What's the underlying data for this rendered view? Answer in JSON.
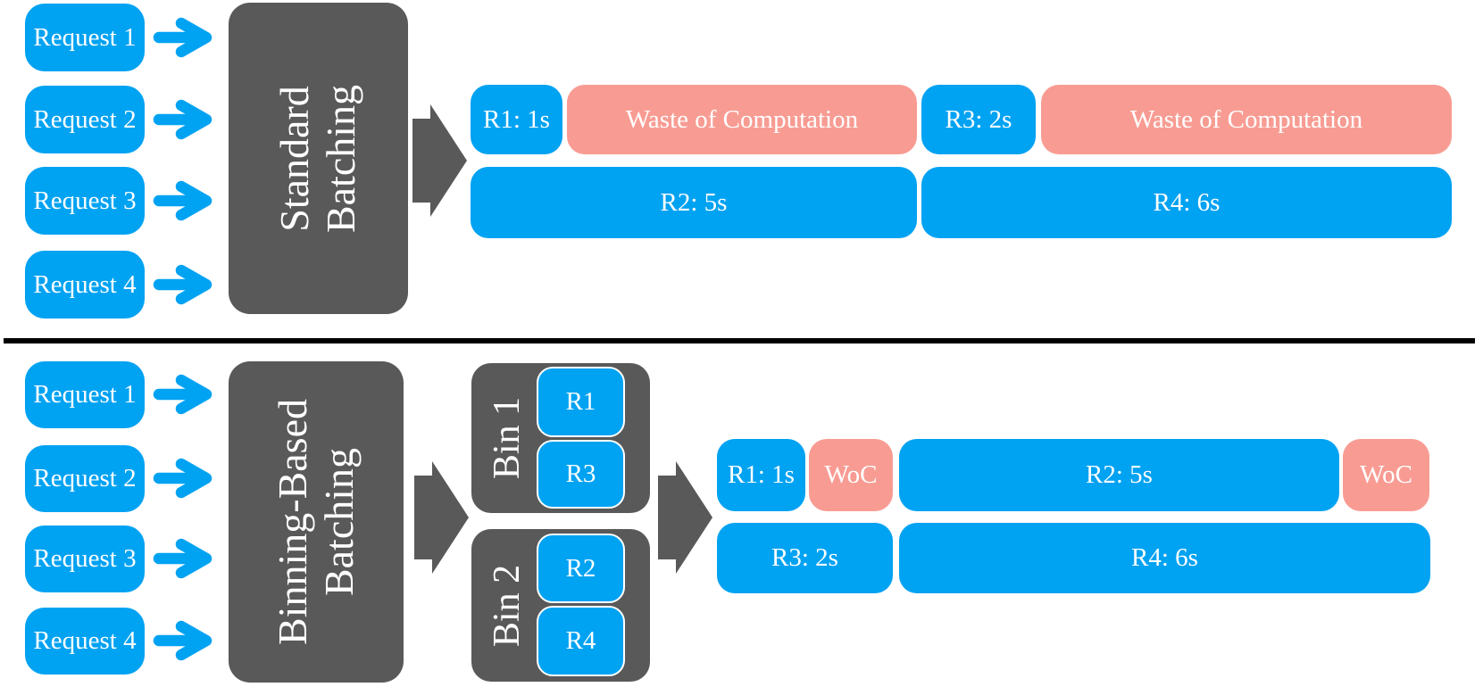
{
  "colors": {
    "blue": "#00A2F2",
    "salmon": "#F89C93",
    "gray": "#595959",
    "divider": "#000000",
    "text": "#FFFFFF"
  },
  "top_section": {
    "requests": [
      "Request 1",
      "Request 2",
      "Request 3",
      "Request 4"
    ],
    "processor": {
      "line1": "Standard",
      "line2": "Batching"
    },
    "timeline": {
      "row1": [
        {
          "label": "R1: 1s",
          "kind": "task"
        },
        {
          "label": "Waste of Computation",
          "kind": "waste"
        },
        {
          "label": "R3: 2s",
          "kind": "task"
        },
        {
          "label": "Waste of Computation",
          "kind": "waste"
        }
      ],
      "row2": [
        {
          "label": "R2: 5s",
          "kind": "task"
        },
        {
          "label": "R4: 6s",
          "kind": "task"
        }
      ]
    }
  },
  "bottom_section": {
    "requests": [
      "Request 1",
      "Request 2",
      "Request 3",
      "Request 4"
    ],
    "processor": {
      "line1": "Binning-Based",
      "line2": "Batching"
    },
    "bins": [
      {
        "label": "Bin 1",
        "items": [
          "R1",
          "R3"
        ]
      },
      {
        "label": "Bin 2",
        "items": [
          "R2",
          "R4"
        ]
      }
    ],
    "timeline": {
      "row1": [
        {
          "label": "R1: 1s",
          "kind": "task"
        },
        {
          "label": "WoC",
          "kind": "waste"
        },
        {
          "label": "R2: 5s",
          "kind": "task"
        },
        {
          "label": "WoC",
          "kind": "waste"
        }
      ],
      "row2": [
        {
          "label": "R3: 2s",
          "kind": "task"
        },
        {
          "label": "R4: 6s",
          "kind": "task"
        }
      ]
    }
  }
}
